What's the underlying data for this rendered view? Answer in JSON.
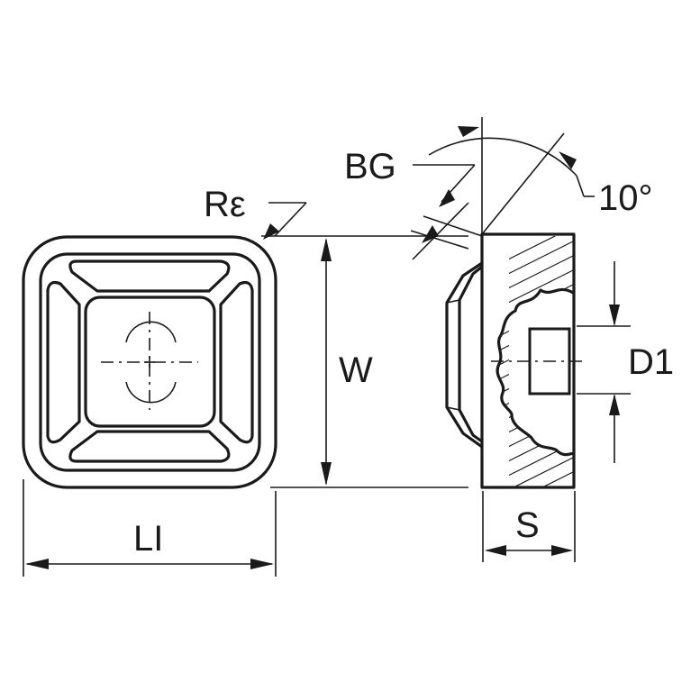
{
  "labels": {
    "corner_radius": "Rε",
    "chamfer_width": "BG",
    "clearance_angle": "10°",
    "width": "W",
    "hole_diameter": "D1",
    "thickness": "S",
    "length": "LI"
  }
}
